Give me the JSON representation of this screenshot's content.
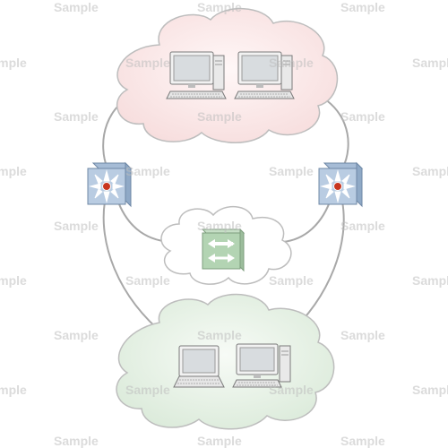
{
  "colors": {
    "link": "#a8a8a8",
    "cloud_top_fill": "#fbeaea",
    "cloud_bottom_fill": "#eaf3ea",
    "cloud_middle_fill": "#ffffff",
    "cloud_stroke": "#bdbdbd",
    "switch_face": "#b9cce2",
    "switch_side": "#8fa9c6",
    "switch_center": "#c8361f",
    "router_face": "#b3d4b3",
    "monitor_screen": "#d8dcdf"
  },
  "nodes": {
    "top_cloud": {
      "icon": "cloud",
      "devices": [
        "desktop-computer-icon",
        "desktop-computer-icon"
      ]
    },
    "left_switch": {
      "icon": "layer3-switch-icon"
    },
    "right_switch": {
      "icon": "layer3-switch-icon"
    },
    "middle_cloud": {
      "icon": "cloud",
      "devices": [
        "router-icon"
      ]
    },
    "bottom_cloud": {
      "icon": "cloud",
      "devices": [
        "laptop-computer-icon",
        "desktop-computer-icon"
      ]
    }
  },
  "watermark": {
    "text": "Sample"
  }
}
